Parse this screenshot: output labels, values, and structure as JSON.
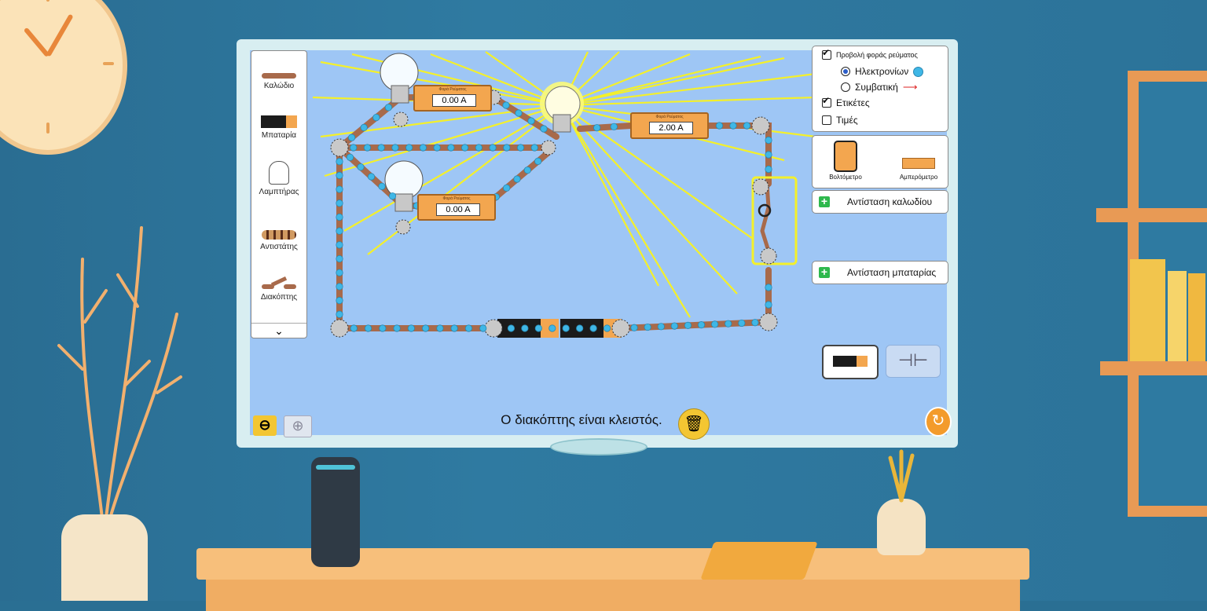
{
  "toolbox": {
    "items": [
      {
        "label": "Καλώδιο",
        "icon": "wire-icon"
      },
      {
        "label": "Μπαταρία",
        "icon": "battery-icon"
      },
      {
        "label": "Λαμπτήρας",
        "icon": "lightbulb-icon"
      },
      {
        "label": "Αντιστάτης",
        "icon": "resistor-icon"
      },
      {
        "label": "Διακόπτης",
        "icon": "switch-icon"
      }
    ],
    "scroll_down": "⌄"
  },
  "options": {
    "current_flow": "Προβολή φοράς ρεύματος",
    "electrons": "Ηλεκτρονίων",
    "conventional": "Συμβατική",
    "labels": "Ετικέτες",
    "values": "Τιμές"
  },
  "instruments": {
    "voltmeter": "Βολτόμετρο",
    "ammeter": "Αμπερόμετρο"
  },
  "accordions": {
    "wire_resistance": "Αντίσταση καλωδίου",
    "battery_resistance": "Αντίσταση μπαταρίας"
  },
  "circuit": {
    "ammeter_title": "Φορά Ρεύματος",
    "ammeter_readings": [
      "0.00 A",
      "2.00 A",
      "0.00 A"
    ]
  },
  "status_message": "Ο διακόπτης είναι κλειστός.",
  "colors": {
    "wire": "#a86a4b",
    "electron": "#3fb7e6",
    "light_rays": "#f4f02a",
    "screen_bg": "#9ec6f5",
    "accent_yellow": "#f3c632"
  }
}
